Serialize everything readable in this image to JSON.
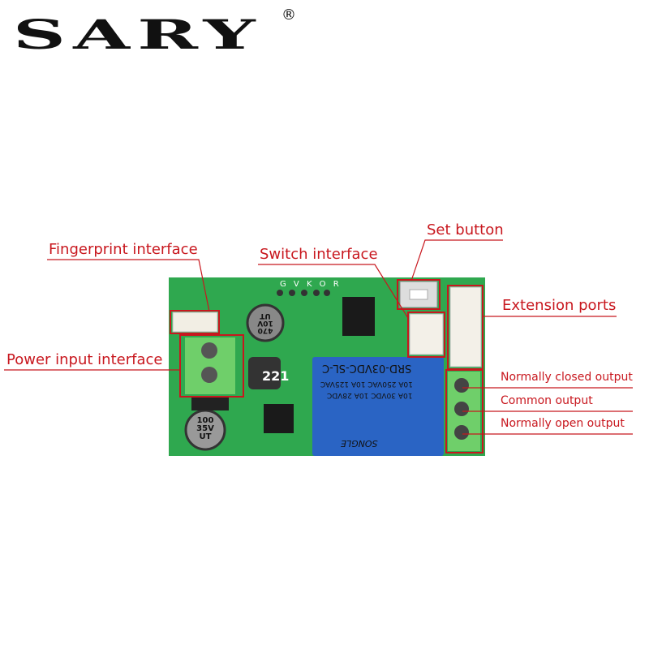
{
  "logo": {
    "brand": "SARY",
    "registered": "®"
  },
  "labels": {
    "fingerprint": "Fingerprint interface",
    "switch": "Switch interface",
    "set_button": "Set button",
    "extension": "Extension ports",
    "power": "Power input interface",
    "nc": "Normally closed output",
    "com": "Common output",
    "no": "Normally open output"
  },
  "board": {
    "relay_model": "SRD-03VDC-SL-C",
    "relay_ratings": [
      "10A 250VAC 10A 125VAC",
      "10A 30VDC 10A 28VDC"
    ],
    "relay_brand": "SONGLE",
    "cap1": [
      "470",
      "10V",
      "UT"
    ],
    "cap2": [
      "100",
      "35V",
      "UT"
    ],
    "inductor": "221",
    "header_pins": "G V K O R"
  },
  "colors": {
    "annotation": "#c8171e",
    "pcb": "#2fa84f",
    "relay": "#2a64c4",
    "terminal": "#6fcf6a"
  }
}
